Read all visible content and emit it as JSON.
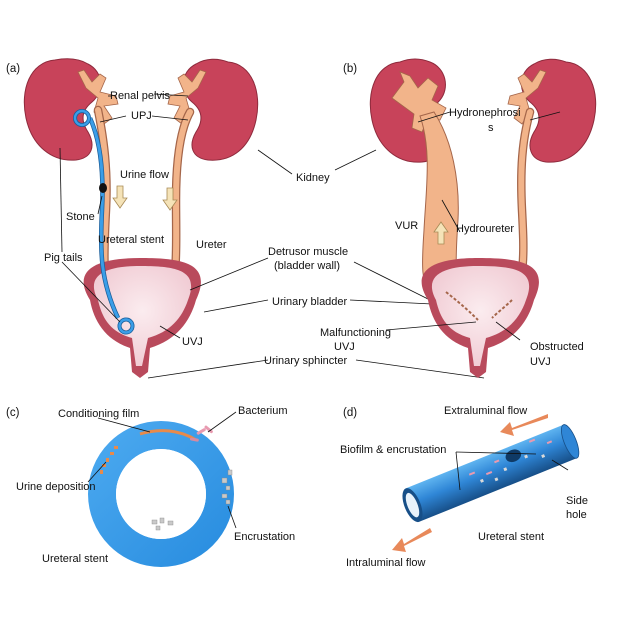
{
  "panels": {
    "a": {
      "label": "(a)",
      "renal_pelvis": "Renal pelvis",
      "upj": "UPJ",
      "urine_flow": "Urine flow",
      "stone": "Stone",
      "ureteral_stent": "Ureteral stent",
      "ureter": "Ureter",
      "pig_tails": "Pig tails",
      "uvj": "UVJ"
    },
    "shared": {
      "kidney": "Kidney",
      "detrusor_line1": "Detrusor muscle",
      "detrusor_line2": "(bladder wall)",
      "urinary_bladder": "Urinary bladder",
      "urinary_sphincter": "Urinary sphincter"
    },
    "b": {
      "label": "(b)",
      "hydronephrosis_line1": "Hydronephrosi",
      "hydronephrosis_line2": "s",
      "vur": "VUR",
      "hydroureter": "Hydroureter",
      "malfunctioning_line1": "Malfunctioning",
      "malfunctioning_line2": "UVJ",
      "obstructed_line1": "Obstructed",
      "obstructed_line2": "UVJ"
    },
    "c": {
      "label": "(c)",
      "conditioning_film": "Conditioning film",
      "bacterium": "Bacterium",
      "urine_deposition": "Urine deposition",
      "encrustation": "Encrustation",
      "ureteral_stent": "Ureteral stent"
    },
    "d": {
      "label": "(d)",
      "extraluminal_flow": "Extraluminal flow",
      "biofilm_encrustation": "Biofilm & encrustation",
      "side_hole_line1": "Side",
      "side_hole_line2": "hole",
      "ureteral_stent": "Ureteral stent",
      "intraluminal_flow": "Intraluminal flow"
    }
  },
  "colors": {
    "kidney": "#c8435a",
    "kidney_dark": "#8e2a3c",
    "pelvis": "#f2b48a",
    "bladder_fill": "#f6dde2",
    "bladder_wall": "#b94a5c",
    "stent_blue": "#3a9ee8",
    "stent_dark": "#1b5e9a",
    "arrow_fill": "#f5e3b8",
    "flow_arrow": "#e8895a"
  },
  "icons": {
    "urine_flow_arrow": "down-arrow-icon",
    "vur_arrow": "up-arrow-icon",
    "extraluminal_arrow": "left-down-arrow-icon",
    "intraluminal_arrow": "left-down-arrow-icon"
  }
}
